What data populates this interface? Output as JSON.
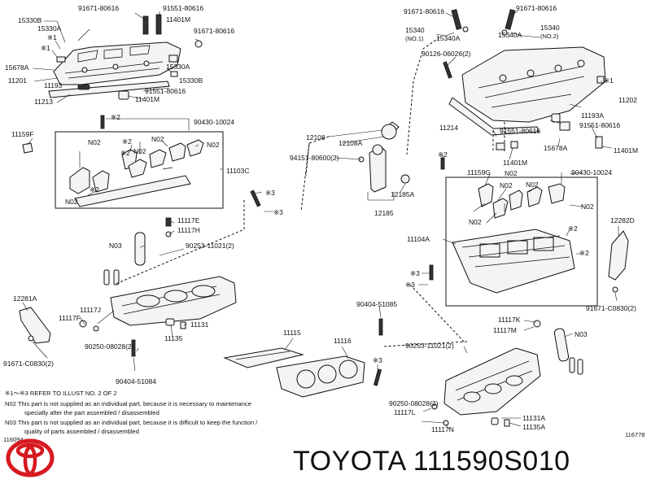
{
  "diagram": {
    "labels": {
      "l01": "91671-80616",
      "l02": "91551-80616",
      "l03": "15330B",
      "l04": "11401M",
      "l05": "15330A",
      "l06": "※1",
      "l07": "91671-80616",
      "l08": "※1",
      "l09": "15678A",
      "l10": "15330A",
      "l11": "11201",
      "l12": "15330B",
      "l13": "11193",
      "l14": "91551-80616",
      "l15": "11213",
      "l16": "11401M",
      "l17": "※2",
      "l18": "90430-10024",
      "l19": "11159F",
      "l20": "N02",
      "l21": "※2",
      "l22": "N02",
      "l23": "N02",
      "l24": "N02",
      "l25": "※2",
      "l26": "11103C",
      "l27": "※2",
      "l28": "N02",
      "l29": "※3",
      "l30": "※3",
      "l31": "11117E",
      "l32": "11117H",
      "l33": "N03",
      "l34": "90253-11021(2)",
      "l35": "12281A",
      "l36": "11117J",
      "l37": "11117F",
      "l38": "11131",
      "l39": "11135",
      "l40": "90250-08028(2)",
      "l41": "91671-C0830(2)",
      "l42": "90404-51084",
      "r01": "91671-80616",
      "r02": "91671-80616",
      "r03": "15340",
      "r04": "(NO.1)",
      "r05": "15340A",
      "r06": "15340A",
      "r07": "15340",
      "r08": "(NO.2)",
      "r09": "90126-06026(2)",
      "r10": "※1",
      "r11": "11202",
      "r12": "11193A",
      "r13": "91551-80616",
      "r14": "12108",
      "r15": "11214",
      "r16": "91551-80616",
      "r17": "12108A",
      "r18": "15678A",
      "r19": "11401M",
      "r20": "94151-80600(2)",
      "r21": "11401M",
      "r22": "※2",
      "r23": "11159G",
      "r24": "N02",
      "r25": "90430-10024",
      "r26": "N02",
      "r27": "N02",
      "r28": "12185A",
      "r29": "12282D",
      "r30": "N02",
      "r31": "N02",
      "r32": "12185",
      "r33": "※2",
      "r34": "11104A",
      "r35": "※2",
      "r36": "※3",
      "r37": "※3",
      "r38": "91671-C0830(2)",
      "r39": "90404-51085",
      "r40": "11117K",
      "r41": "11117M",
      "r42": "N03",
      "r43": "11115",
      "r44": "11116",
      "r45": "90253-11021(2)",
      "r46": "※3",
      "r47": "90250-08028(2)",
      "r48": "11131A",
      "r49": "11117L",
      "r50": "11135A",
      "r51": "11117N",
      "r52": "116778"
    },
    "notes": {
      "n1": "※1～※3  REFER TO ILLUST NO. 2 OF 2",
      "n2a": "N02   This part is not supplied as an individual part, because it is necessary to maintenance",
      "n2b": "specially after the part assembled / disassembled",
      "n3a": "N03   This part is not supplied as an individual part, because it is difficult to keep the function /",
      "n3b": "quality of parts  assembled / disassembled",
      "code": "116094"
    }
  },
  "brand": {
    "name": "TOYOTA 111590S010",
    "logo_icon": "toyota-logo-icon"
  },
  "colors": {
    "ink": "#111111",
    "logo": "#d71920",
    "paper": "#ffffff"
  }
}
